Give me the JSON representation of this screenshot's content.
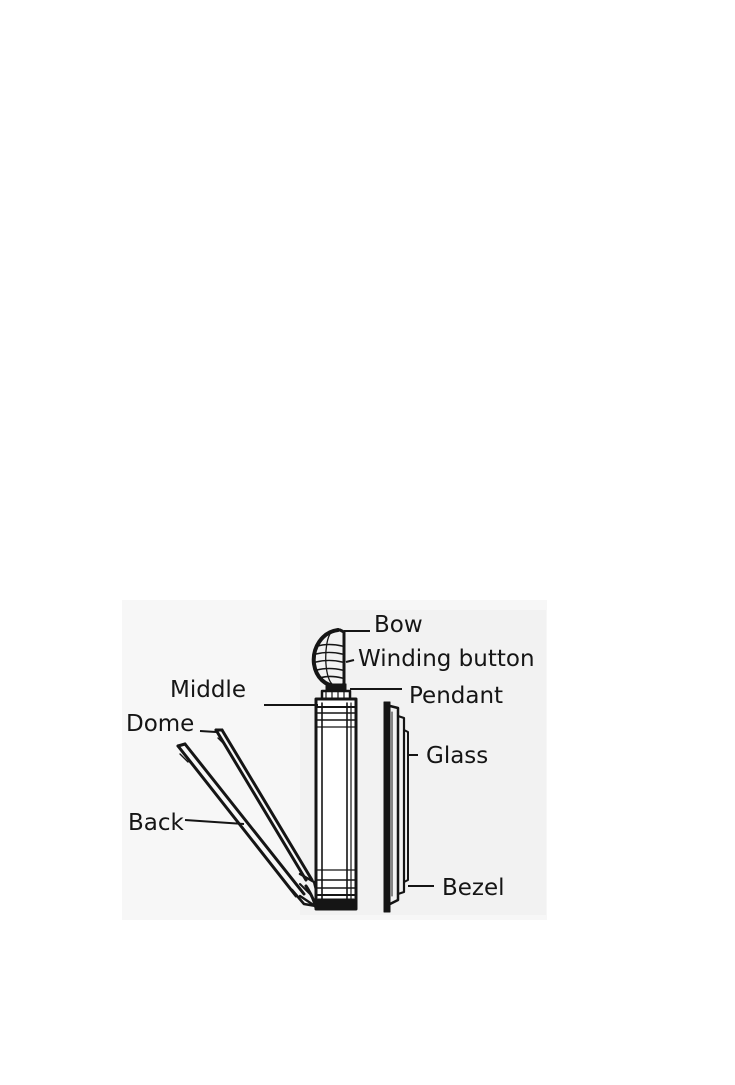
{
  "diagram": {
    "labels": {
      "bow": "Bow",
      "winding_button": "Winding button",
      "pendant": "Pendant",
      "middle": "Middle",
      "dome": "Dome",
      "glass": "Glass",
      "back": "Back",
      "bezel": "Bezel"
    },
    "colors": {
      "ink": "#151515",
      "paper": "#ffffff",
      "shade": "#f4f4f4"
    }
  }
}
